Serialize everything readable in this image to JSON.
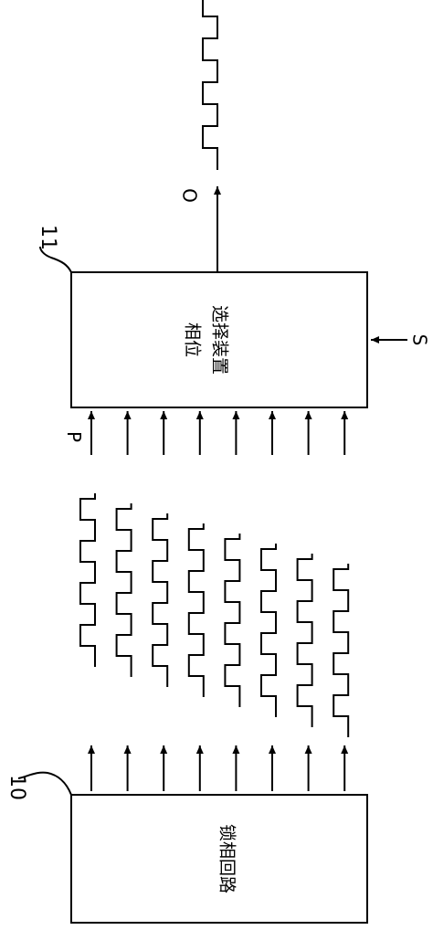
{
  "blocks": {
    "pll": {
      "ref": "10",
      "label": "锁相回路"
    },
    "phase_selector": {
      "ref": "11",
      "label_line1": "相位",
      "label_line2": "选择装置"
    }
  },
  "signals": {
    "phase_input": "P",
    "select": "S",
    "output": "O"
  },
  "phase_count": 8
}
